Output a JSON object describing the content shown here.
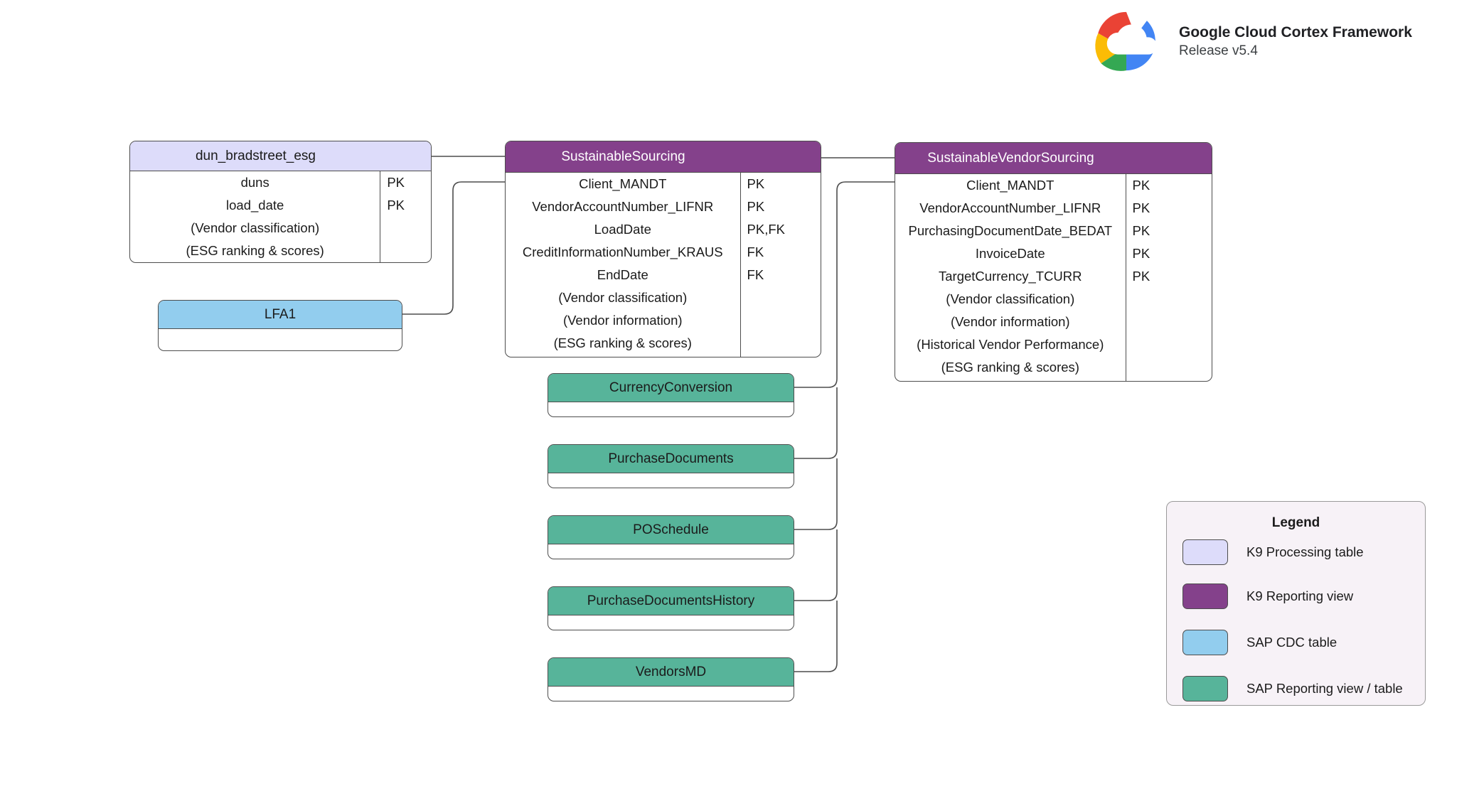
{
  "header": {
    "logo_icon": "google-cloud-logo",
    "title": "Google Cloud Cortex Framework",
    "release": "Release v5.4"
  },
  "colors": {
    "k9_processing_table": "#dddcfa",
    "k9_reporting_view": "#84418b",
    "sap_cdc_table": "#92cdee",
    "sap_reporting_view": "#57b49a",
    "border": "#4d4d4d",
    "legend_background": "#f7f2f7",
    "connector": "#4d4d4d"
  },
  "entities": [
    {
      "id": "dun_bradstreet_esg",
      "title": "dun_bradstreet_esg",
      "kind": "K9 Processing table",
      "fill": "#dddcfa",
      "title_color": "dark",
      "fields": [
        {
          "name": "duns",
          "key": "PK"
        },
        {
          "name": "load_date",
          "key": "PK"
        },
        {
          "name": "(Vendor classification)",
          "key": ""
        },
        {
          "name": "(ESG ranking & scores)",
          "key": ""
        }
      ]
    },
    {
      "id": "lfa1",
      "title": "LFA1",
      "kind": "SAP CDC table",
      "fill": "#92cdee",
      "title_color": "dark",
      "fields": []
    },
    {
      "id": "sustainable_sourcing",
      "title": "SustainableSourcing",
      "kind": "K9 Reporting view",
      "fill": "#84418b",
      "title_color": "light",
      "fields": [
        {
          "name": "Client_MANDT",
          "key": "PK"
        },
        {
          "name": "VendorAccountNumber_LIFNR",
          "key": "PK"
        },
        {
          "name": "LoadDate",
          "key": "PK,FK"
        },
        {
          "name": "CreditInformationNumber_KRAUS",
          "key": "FK"
        },
        {
          "name": "EndDate",
          "key": "FK"
        },
        {
          "name": "(Vendor classification)",
          "key": ""
        },
        {
          "name": "(Vendor information)",
          "key": ""
        },
        {
          "name": "(ESG ranking & scores)",
          "key": ""
        }
      ]
    },
    {
      "id": "sustainable_vendor_sourcing",
      "title": "SustainableVendorSourcing",
      "kind": "K9 Reporting view",
      "fill": "#84418b",
      "title_color": "light",
      "fields": [
        {
          "name": "Client_MANDT",
          "key": "PK"
        },
        {
          "name": "VendorAccountNumber_LIFNR",
          "key": "PK"
        },
        {
          "name": "PurchasingDocumentDate_BEDAT",
          "key": "PK"
        },
        {
          "name": "InvoiceDate",
          "key": "PK"
        },
        {
          "name": "TargetCurrency_TCURR",
          "key": "PK"
        },
        {
          "name": "(Vendor classification)",
          "key": ""
        },
        {
          "name": "(Vendor information)",
          "key": ""
        },
        {
          "name": "(Historical Vendor Performance)",
          "key": ""
        },
        {
          "name": "(ESG ranking & scores)",
          "key": ""
        }
      ]
    },
    {
      "id": "currency_conversion",
      "title": "CurrencyConversion",
      "kind": "SAP Reporting view / table",
      "fill": "#57b49a",
      "title_color": "dark",
      "fields": []
    },
    {
      "id": "purchase_documents",
      "title": "PurchaseDocuments",
      "kind": "SAP Reporting view / table",
      "fill": "#57b49a",
      "title_color": "dark",
      "fields": []
    },
    {
      "id": "po_schedule",
      "title": "POSchedule",
      "kind": "SAP Reporting view / table",
      "fill": "#57b49a",
      "title_color": "dark",
      "fields": []
    },
    {
      "id": "purchase_documents_history",
      "title": "PurchaseDocumentsHistory",
      "kind": "SAP Reporting view / table",
      "fill": "#57b49a",
      "title_color": "dark",
      "fields": []
    },
    {
      "id": "vendors_md",
      "title": "VendorsMD",
      "kind": "SAP Reporting view / table",
      "fill": "#57b49a",
      "title_color": "dark",
      "fields": []
    }
  ],
  "legend": {
    "title": "Legend",
    "items": [
      {
        "label": "K9 Processing table",
        "color": "#dddcfa"
      },
      {
        "label": "K9 Reporting view",
        "color": "#84418b"
      },
      {
        "label": "SAP CDC table",
        "color": "#92cdee"
      },
      {
        "label": "SAP Reporting view / table",
        "color": "#57b49a"
      }
    ]
  },
  "connections": [
    {
      "from": "dun_bradstreet_esg",
      "to": "sustainable_sourcing"
    },
    {
      "from": "lfa1",
      "to": "sustainable_sourcing"
    },
    {
      "from": "sustainable_sourcing",
      "to": "sustainable_vendor_sourcing"
    },
    {
      "from": "currency_conversion",
      "to": "sustainable_vendor_sourcing"
    },
    {
      "from": "purchase_documents",
      "to": "sustainable_vendor_sourcing"
    },
    {
      "from": "po_schedule",
      "to": "sustainable_vendor_sourcing"
    },
    {
      "from": "purchase_documents_history",
      "to": "sustainable_vendor_sourcing"
    },
    {
      "from": "vendors_md",
      "to": "sustainable_vendor_sourcing"
    }
  ]
}
